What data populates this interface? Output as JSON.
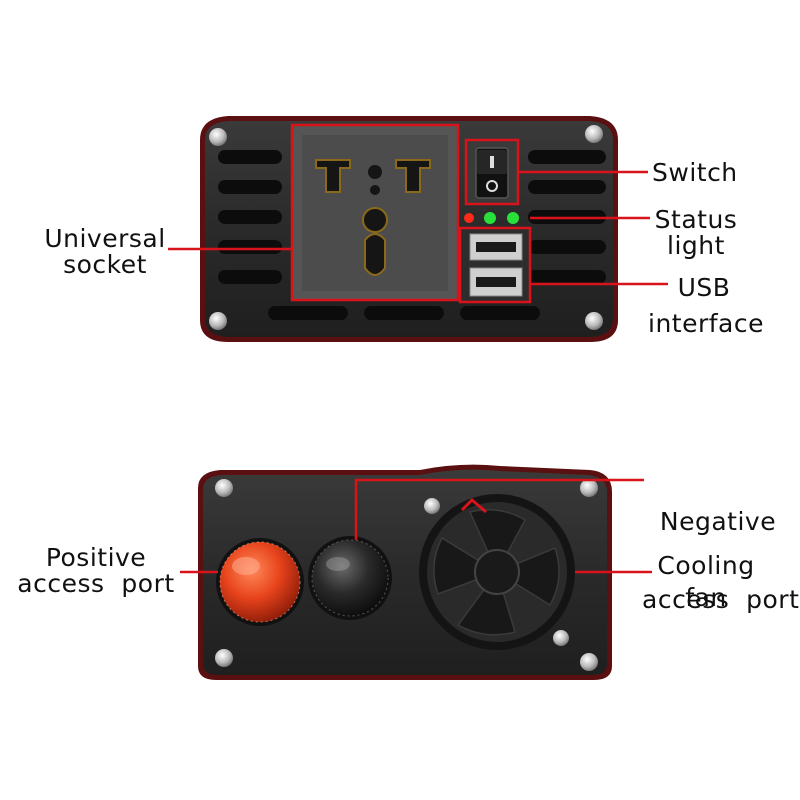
{
  "colors": {
    "accent": "#d8141a",
    "body": "#2b2b2b",
    "led_red": "#ff2a1a",
    "led_green": "#29e03a",
    "positive_terminal": "#e8441c",
    "negative_terminal": "#1e1e1e"
  },
  "front_panel": {
    "labels": {
      "switch": "Switch",
      "status_light_1": "Status",
      "status_light_2": "light",
      "usb_1": "USB",
      "usb_2": "interface",
      "socket_1": "Universal",
      "socket_2": "socket"
    },
    "icons": [
      "screw-icon",
      "vent-slot",
      "universal-socket",
      "rocker-switch",
      "status-led",
      "usb-port"
    ]
  },
  "rear_panel": {
    "labels": {
      "negative_1": "Negative",
      "negative_2": "access  port",
      "positive_1": "Positive",
      "positive_2": "access  port",
      "fan_1": "Cooling",
      "fan_2": "fan"
    },
    "icons": [
      "screw-icon",
      "positive-terminal",
      "negative-terminal",
      "cooling-fan"
    ]
  }
}
